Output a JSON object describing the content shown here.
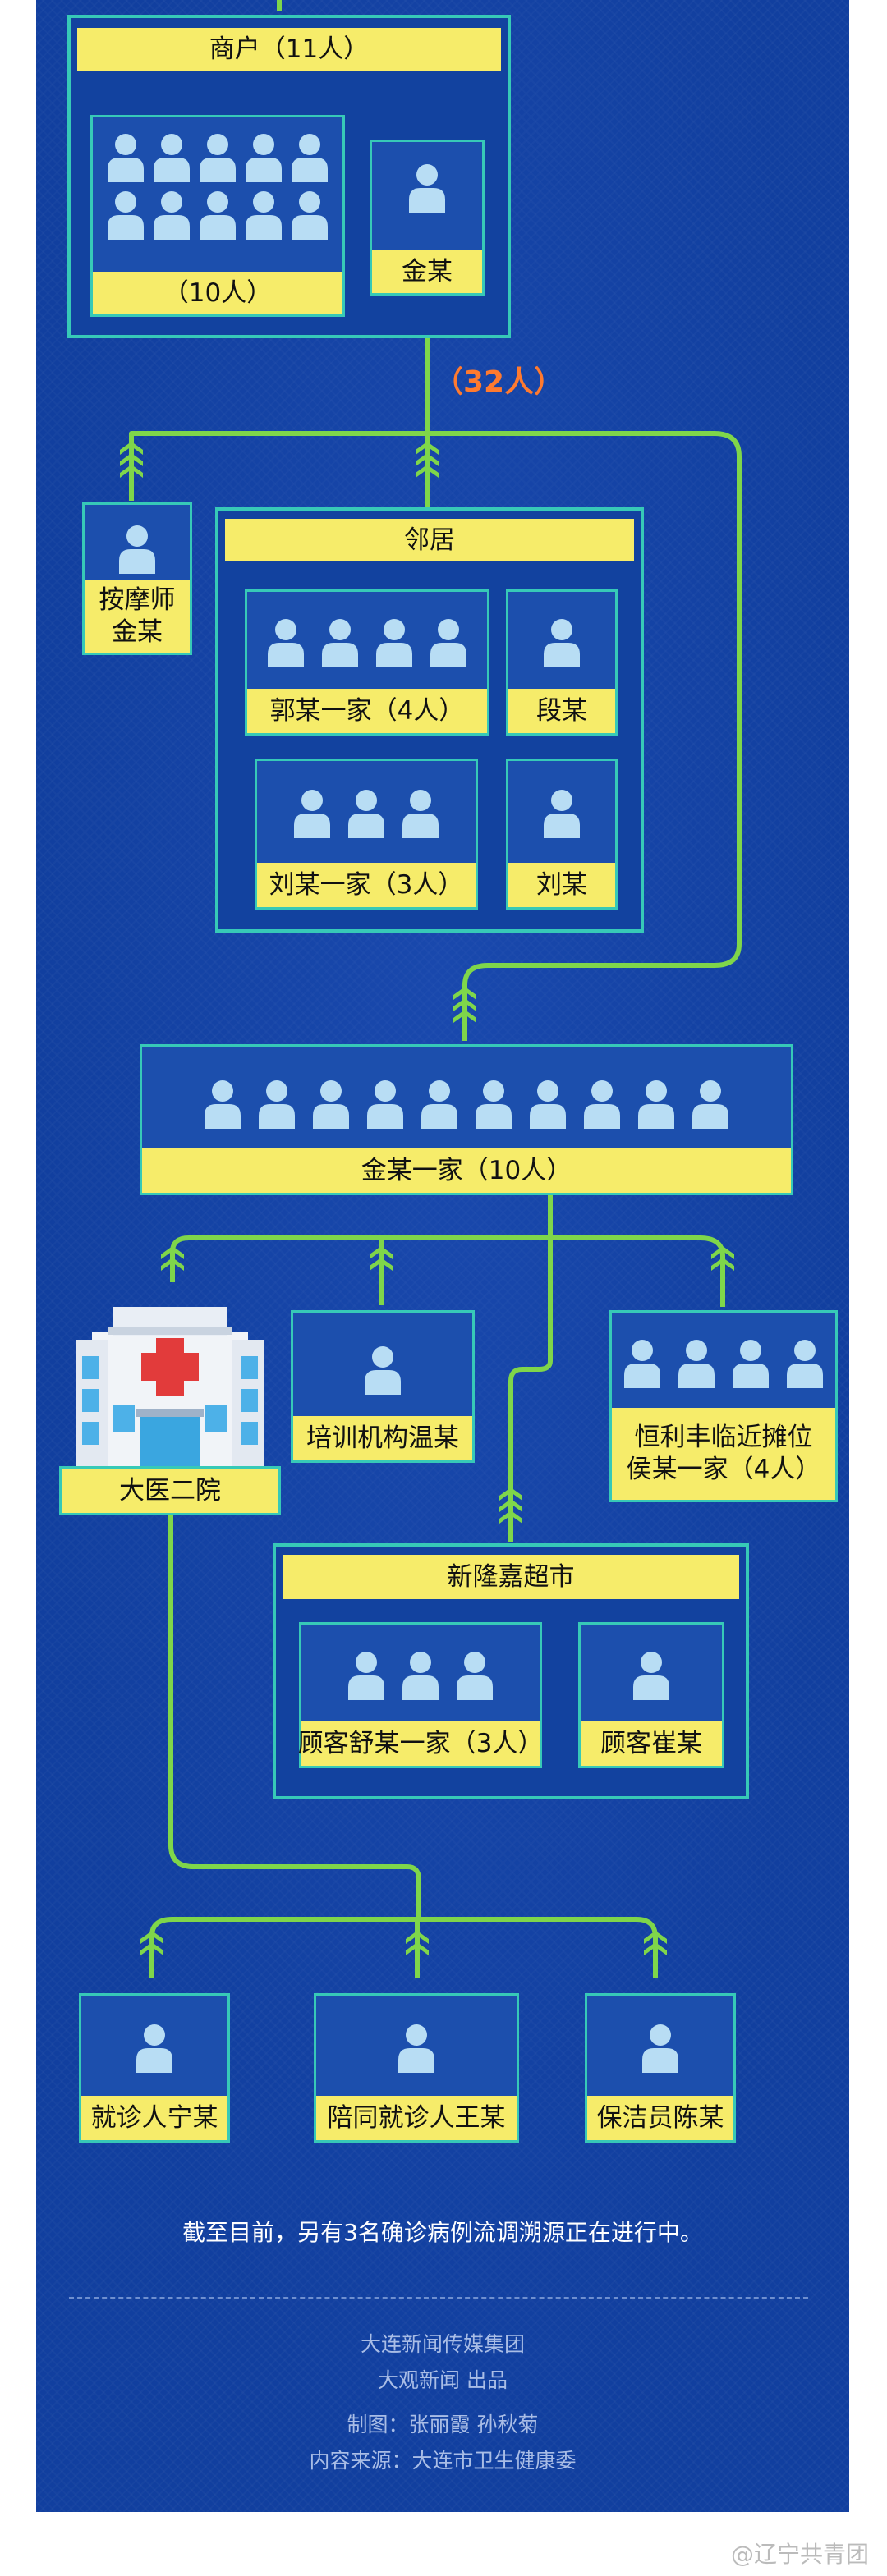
{
  "merchants": {
    "title": "商户（11人）",
    "group_label": "（10人）",
    "single_label": "金某"
  },
  "transmission_count": "（32人）",
  "masseur": {
    "label": "按摩师\n金某"
  },
  "neighbors": {
    "title": "邻居",
    "families": [
      {
        "label": "郭某一家（4人）"
      },
      {
        "label": "段某"
      },
      {
        "label": "刘某一家（3人）"
      },
      {
        "label": "刘某"
      }
    ]
  },
  "jin_family": {
    "label": "金某一家（10人）"
  },
  "hospital": {
    "label": "大医二院"
  },
  "training": {
    "label": "培训机构温某"
  },
  "stall": {
    "label": "恒利丰临近摊位\n侯某一家（4人）"
  },
  "supermarket": {
    "title": "新隆嘉超市",
    "customers": [
      {
        "label": "顾客舒某一家（3人）"
      },
      {
        "label": "顾客崔某"
      }
    ]
  },
  "hospital_contacts": [
    {
      "label": "就诊人宁某"
    },
    {
      "label": "陪同就诊人王某"
    },
    {
      "label": "保洁员陈某"
    }
  ],
  "note": "截至目前，另有3名确诊病例流调溯源正在进行中。",
  "credits": {
    "publisher": "大连新闻传媒集团",
    "outlet": "大观新闻 出品",
    "design": "制图：张丽霞 孙秋菊",
    "source": "内容来源：大连市卫生健康委"
  },
  "watermark": "@辽宁共青团",
  "colors": {
    "background": "#113f9f",
    "box_border": "#37c9b7",
    "label_fill": "#f6ec6a",
    "connector": "#7fd64a",
    "person_icon": "#b8ddf4",
    "count_text": "#ff7a2f"
  }
}
